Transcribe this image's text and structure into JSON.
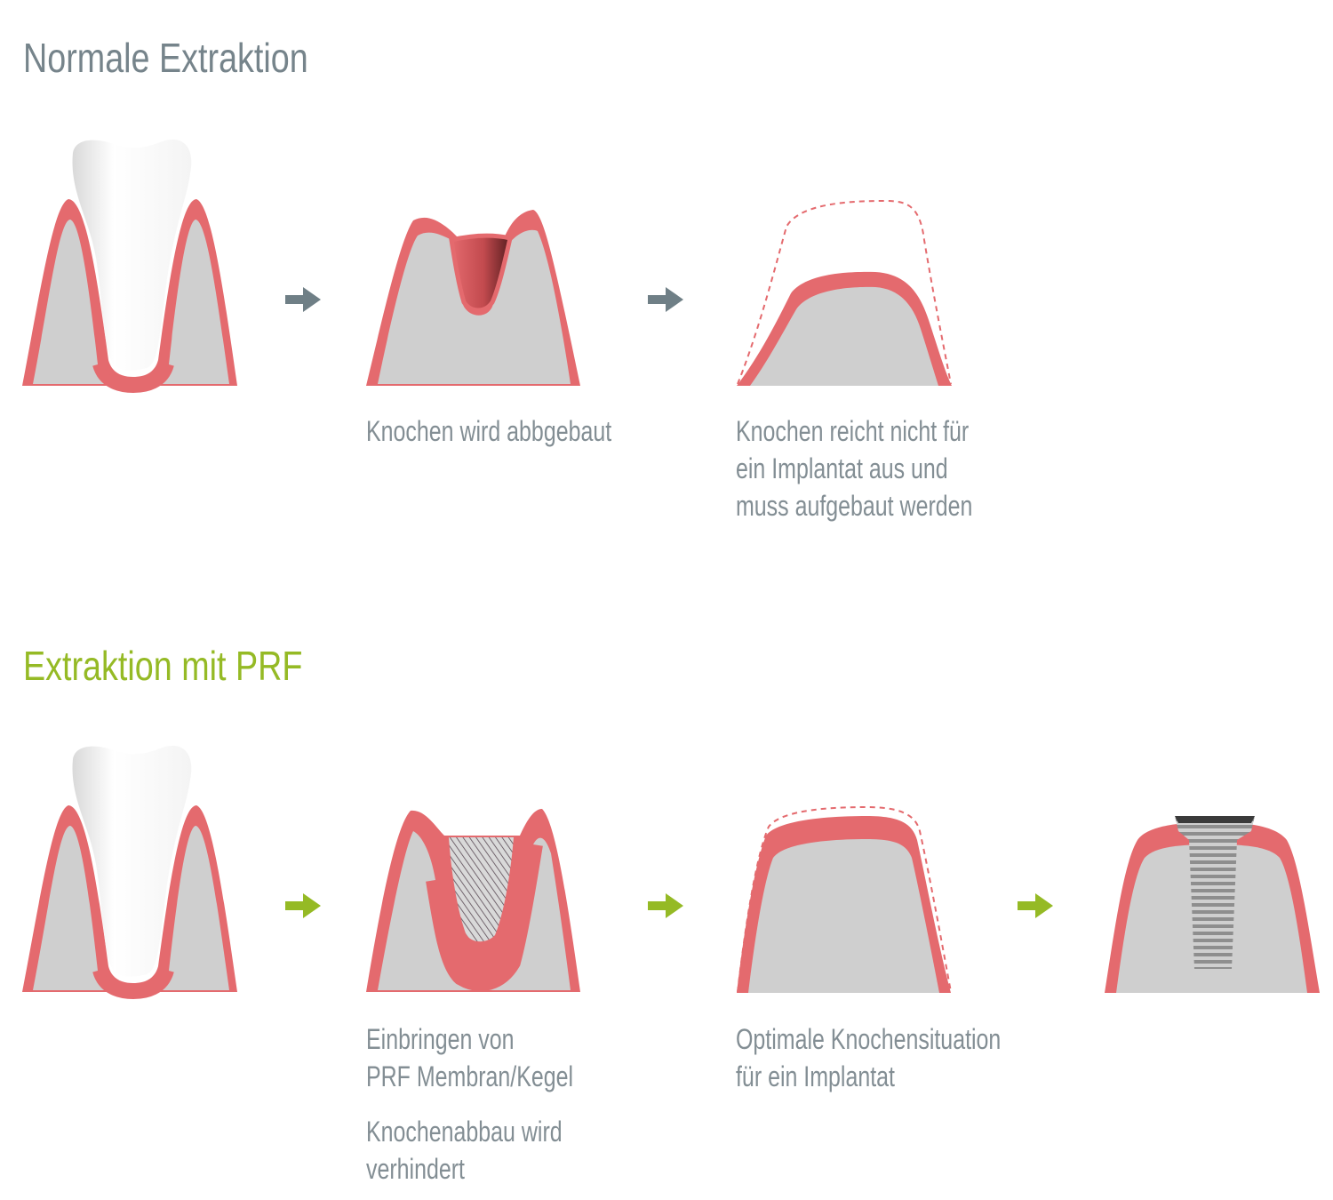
{
  "sections": [
    {
      "title": "Normale Extraktion",
      "title_color": "#76848b",
      "arrow_color": "#6f7f86",
      "captions": [
        {
          "lines": [
            "Knochen wird abbgebaut"
          ]
        },
        {
          "lines": [
            "Knochen reicht nicht für",
            "ein Implantat aus und",
            "muss aufgebaut werden"
          ]
        }
      ]
    },
    {
      "title": "Extraktion mit PRF",
      "title_color": "#95ba25",
      "arrow_color": "#95ba25",
      "captions": [
        {
          "lines": [
            "Einbringen von",
            "PRF Membran/Kegel"
          ]
        },
        {
          "lines": [
            "Knochenabbau wird",
            "verhindert"
          ]
        },
        {
          "lines": [
            "Optimale Knochensituation",
            "für ein Implantat"
          ]
        }
      ]
    }
  ],
  "colors": {
    "gum": "#e46a6e",
    "bone": "#cfcfcf",
    "tooth": "#ffffff",
    "text": "#838e94"
  },
  "icons": [
    "tooth-icon",
    "extraction-socket-icon",
    "bone-ridge-icon",
    "prf-cone-icon",
    "implant-icon",
    "arrow-right-icon"
  ]
}
